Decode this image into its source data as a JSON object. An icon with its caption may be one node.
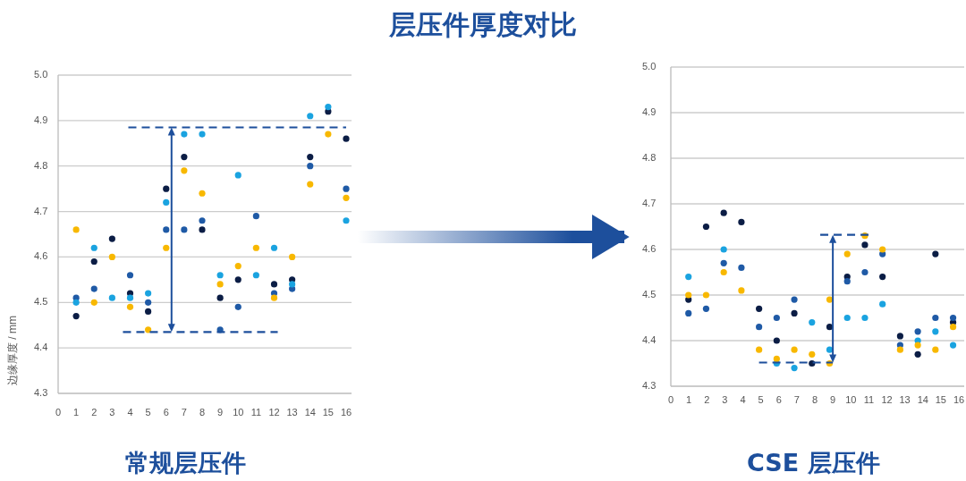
{
  "diagram": {
    "title": "层压件厚度对比",
    "nodes": [
      {
        "text": [
          "常规层压件"
        ]
      },
      {
        "text": [
          "CSE 层压件"
        ]
      }
    ],
    "edges": [
      {
        "from": 0,
        "to": 1,
        "arrow": "to"
      }
    ],
    "labels": [
      "5.0",
      "4.9",
      "4.8",
      "4.7",
      "4.6",
      "4.5",
      "4.4",
      "4.3",
      "边缘厚度 / mm",
      "0",
      "1",
      "2",
      "3",
      "4",
      "5",
      "6",
      "7",
      "8",
      "9",
      "10",
      "11",
      "12",
      "13",
      "14",
      "15",
      "16",
      "5.0",
      "4.9",
      "4.8",
      "4.7",
      "4.6",
      "4.5",
      "4.4",
      "4.3",
      "0",
      "1",
      "2",
      "3",
      "4",
      "5",
      "6",
      "7",
      "8",
      "9",
      "10",
      "11",
      "12",
      "13",
      "14",
      "15",
      "16"
    ]
  }
}
